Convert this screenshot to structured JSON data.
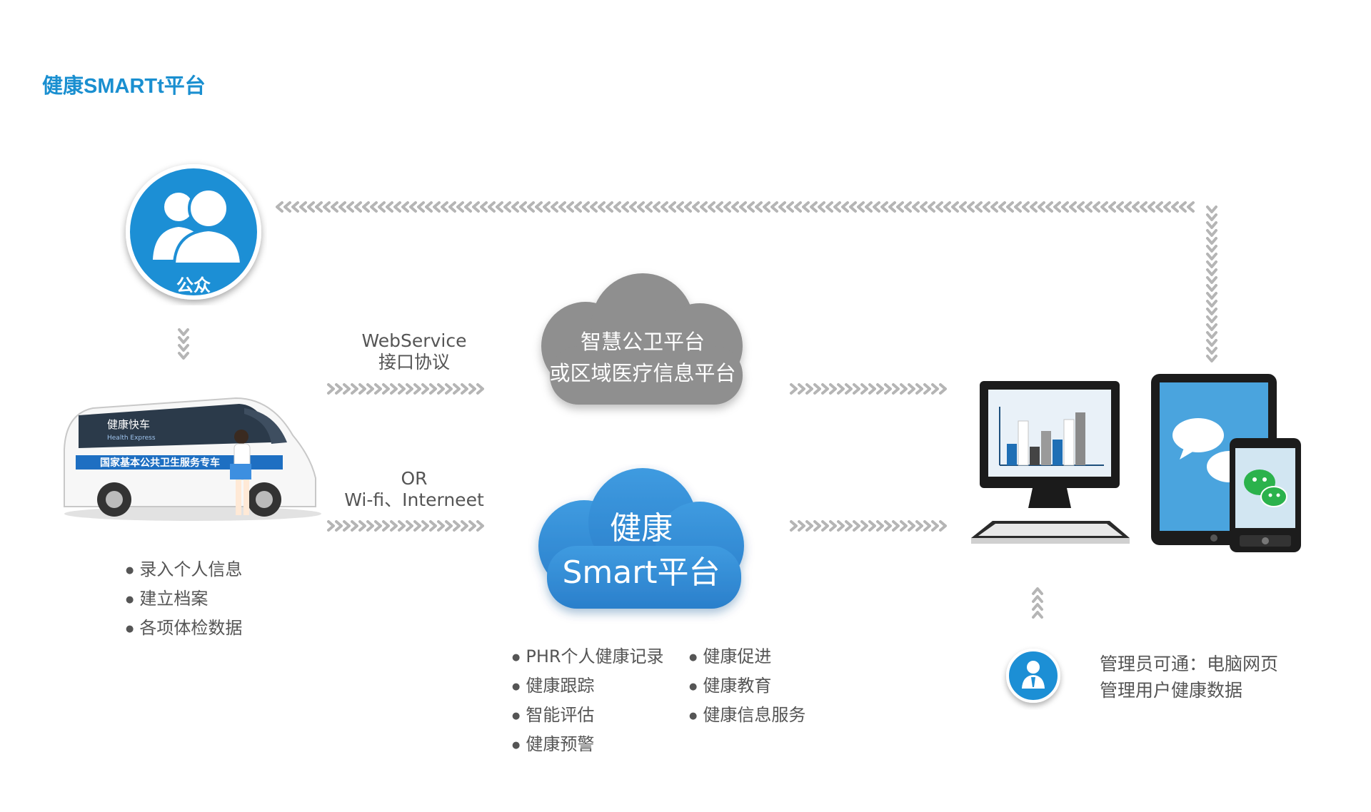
{
  "page_title": "健康SMARTt平台",
  "public": {
    "label": "公众"
  },
  "van": {
    "banner": "国家基本公共卫生服务专车",
    "brand": "健康快车",
    "brand_sub": "Health Express"
  },
  "van_bullets": [
    "录入个人信息",
    "建立档案",
    "各项体检数据"
  ],
  "protocol_top": {
    "line1": "WebService",
    "line2": "接口协议"
  },
  "protocol_bottom": {
    "line1": "OR",
    "line2": "Wi-fi、Interneet"
  },
  "cloud_gray": {
    "line1": "智慧公卫平台",
    "line2": "或区域医疗信息平台",
    "color": "#8f8f8f"
  },
  "cloud_blue": {
    "line1": "健康",
    "line2": "Smart平台",
    "color": "#2f8ad3"
  },
  "platform_bullets_left": [
    "PHR个人健康记录",
    "健康跟踪",
    "智能评估",
    "健康预警"
  ],
  "platform_bullets_right": [
    "健康促进",
    "健康教育",
    "健康信息服务"
  ],
  "admin": {
    "line1": "管理员可通：电脑网页",
    "line2": "管理用户健康数据"
  },
  "colors": {
    "accent": "#1a8fd0",
    "arrow": "#b5b5b5",
    "text": "#555555"
  },
  "icons": [
    "people-icon",
    "van-image",
    "gray-cloud-icon",
    "blue-cloud-icon",
    "desktop-computer-icon",
    "tablet-icon",
    "smartphone-icon",
    "admin-user-icon",
    "chat-bubble-icon",
    "wechat-icon"
  ]
}
